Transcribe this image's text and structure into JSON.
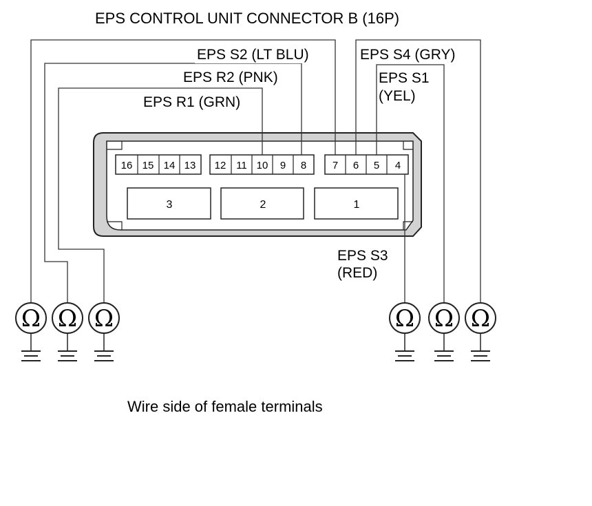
{
  "title": "EPS CONTROL UNIT CONNECTOR B (16P)",
  "caption": "Wire side of female terminals",
  "wires": {
    "s2": "EPS S2 (LT BLU)",
    "r2": "EPS R2 (PNK)",
    "r1": "EPS R1 (GRN)",
    "s4": "EPS S4 (GRY)",
    "s1_line1": "EPS S1",
    "s1_line2": "(YEL)",
    "s3_line1": "EPS S3",
    "s3_line2": "(RED)"
  },
  "pins": [
    "16",
    "15",
    "14",
    "13",
    "12",
    "11",
    "10",
    "9",
    "8",
    "7",
    "6",
    "5",
    "4"
  ],
  "cavities": [
    "3",
    "2",
    "1"
  ],
  "ohmmeter_symbol": "Ω",
  "ohmmeter_count": 6,
  "icons": {
    "meter": "ohmmeter-icon",
    "ground": "ground-icon"
  }
}
